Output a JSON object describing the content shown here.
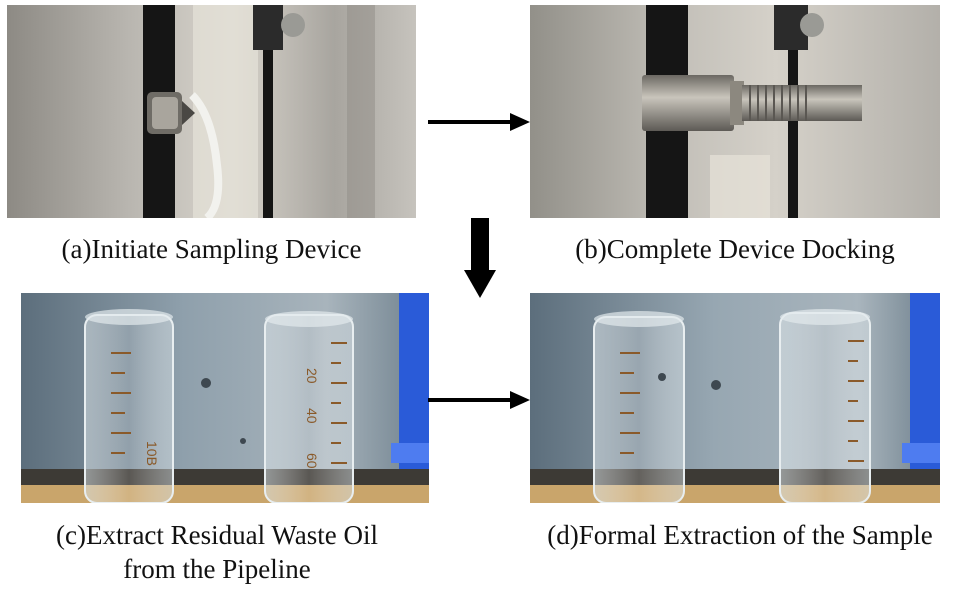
{
  "panels": [
    {
      "caption": "(a)Initiate Sampling Device"
    },
    {
      "caption": "(b)Complete Device Docking"
    },
    {
      "caption_line1": "(c)Extract Residual Waste Oil",
      "caption_line2": "from the Pipeline"
    },
    {
      "caption": "(d)Formal Extraction of the Sample"
    }
  ],
  "cylinder_markings": {
    "left_cylinder": "10B",
    "right_cylinder_ticks": [
      "20",
      "40",
      "60"
    ]
  },
  "colors": {
    "arrow": "#000000",
    "metal": "#b9b6b0",
    "blue_light": "#2a5bd8",
    "scale_marks": "#8a5a2a"
  }
}
